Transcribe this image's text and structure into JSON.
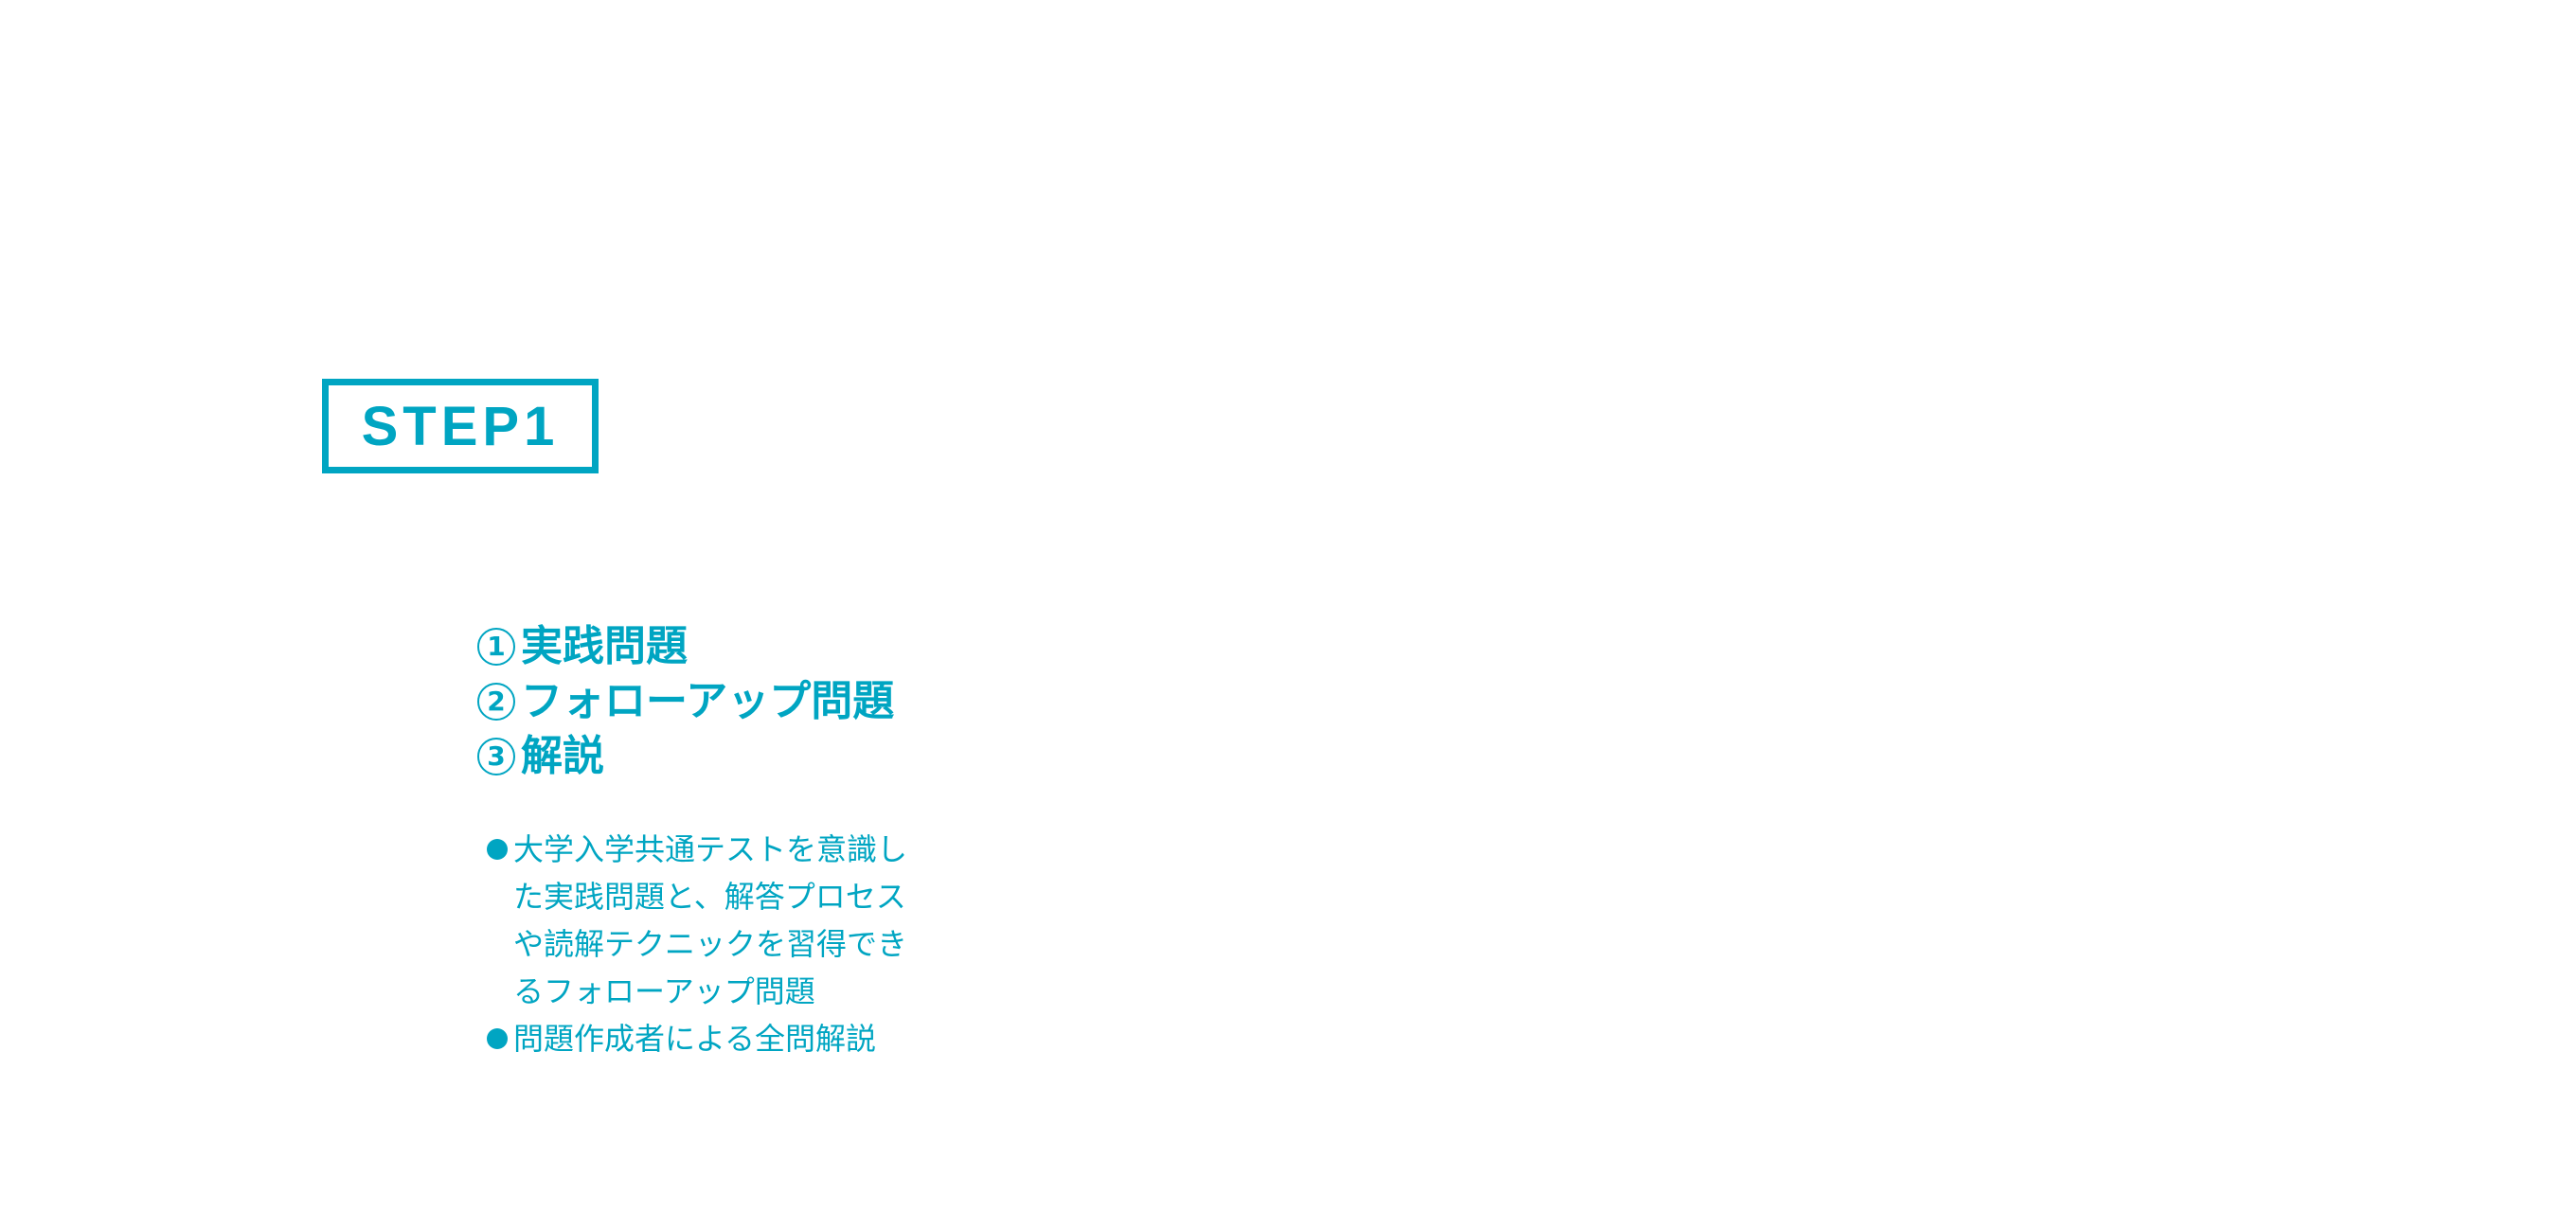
{
  "step": {
    "label": "STEP1"
  },
  "headings": [
    {
      "num": "1",
      "text": "実践問題"
    },
    {
      "num": "2",
      "text": "フォローアップ問題"
    },
    {
      "num": "3",
      "text": "解説"
    }
  ],
  "bullets": [
    {
      "lines": [
        "大学入学共通テストを意識し",
        "た実践問題と、解答プロセス",
        "や読解テクニックを習得でき",
        "るフォローアップ問題"
      ]
    },
    {
      "lines": [
        "問題作成者による全問解説"
      ]
    }
  ],
  "colors": {
    "accent": "#00a5c2"
  }
}
